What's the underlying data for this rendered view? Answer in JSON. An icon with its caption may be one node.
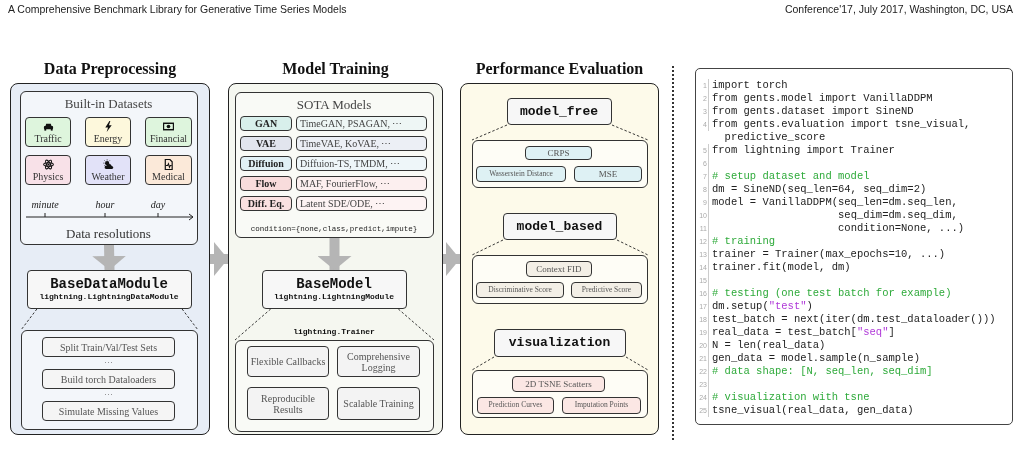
{
  "diagram": {
    "nodes": [
      {
        "text": [
          "Data Preprocessing"
        ]
      },
      {
        "text": [
          "Built-in Datasets",
          "Data resolutions"
        ],
        "in": 0
      },
      {
        "text": [
          "Traffic"
        ],
        "in": 1
      },
      {
        "text": [
          "Energy"
        ],
        "in": 1
      },
      {
        "text": [
          "Financial"
        ],
        "in": 1
      },
      {
        "text": [
          "Physics"
        ],
        "in": 1
      },
      {
        "text": [
          "Weather"
        ],
        "in": 1
      },
      {
        "text": [
          "Medical"
        ],
        "in": 1
      },
      {
        "text": [
          "BaseDataModule",
          "lightning.LightningDataModule"
        ],
        "in": 0
      },
      {
        "text": [],
        "shape": "box",
        "in": 0
      },
      {
        "text": [
          "Split Train/Val/Test Sets"
        ],
        "in": 9
      },
      {
        "text": [
          "Build torch Dataloaders"
        ],
        "in": 9
      },
      {
        "text": [
          "Simulate Missing Values"
        ],
        "in": 9
      },
      {
        "text": [
          "Model Training"
        ]
      },
      {
        "text": [
          "SOTA Models",
          "condition={none,class,predict,impute}"
        ],
        "in": 13
      },
      {
        "text": [
          "GAN"
        ],
        "in": 14
      },
      {
        "text": [
          "TimeGAN, PSAGAN, ⋯"
        ],
        "in": 14
      },
      {
        "text": [
          "VAE"
        ],
        "in": 14
      },
      {
        "text": [
          "TimeVAE, KoVAE, ⋯"
        ],
        "in": 14
      },
      {
        "text": [
          "Diffuion"
        ],
        "in": 14
      },
      {
        "text": [
          "Diffuion-TS, TMDM, ⋯"
        ],
        "in": 14
      },
      {
        "text": [
          "Flow"
        ],
        "in": 14
      },
      {
        "text": [
          "MAF, FourierFlow, ⋯"
        ],
        "in": 14
      },
      {
        "text": [
          "Diff. Eq."
        ],
        "in": 14
      },
      {
        "text": [
          "Latent SDE/ODE, ⋯"
        ],
        "in": 14
      },
      {
        "text": [
          "BaseModel",
          "lightning.LightningModule"
        ],
        "in": 13
      },
      {
        "text": [
          "lightning.Trainer"
        ],
        "in": 13
      },
      {
        "text": [
          "Flexible Callbacks"
        ],
        "in": 26
      },
      {
        "text": [
          "Comprehensive Logging"
        ],
        "in": 26
      },
      {
        "text": [
          "Reproducible Results"
        ],
        "in": 26
      },
      {
        "text": [
          "Scalable Training"
        ],
        "in": 26
      },
      {
        "text": [
          "Performance Evaluation"
        ]
      },
      {
        "text": [
          "model_free"
        ],
        "in": 31
      },
      {
        "text": [],
        "shape": "box",
        "in": 31
      },
      {
        "text": [
          "CRPS"
        ],
        "in": 33
      },
      {
        "text": [
          "Wasserstein Distance"
        ],
        "in": 33
      },
      {
        "text": [
          "MSE"
        ],
        "in": 33
      },
      {
        "text": [
          "model_based"
        ],
        "in": 31
      },
      {
        "text": [],
        "shape": "box",
        "in": 31
      },
      {
        "text": [
          "Context FID"
        ],
        "in": 38
      },
      {
        "text": [
          "Discriminative Score"
        ],
        "in": 38
      },
      {
        "text": [
          "Predictive Score"
        ],
        "in": 38
      },
      {
        "text": [
          "visualization"
        ],
        "in": 31
      },
      {
        "text": [],
        "shape": "box",
        "in": 31
      },
      {
        "text": [
          "2D TSNE Scatters"
        ],
        "in": 43
      },
      {
        "text": [
          "Prediction Curves"
        ],
        "in": 43
      },
      {
        "text": [
          "Imputation Points"
        ],
        "in": 43
      },
      {
        "text": [
          "import torch",
          "from gents.model import VanillaDDPM",
          "from gents.dataset import SineND",
          "from gents.evaluation import tsne_visual, predictive_score",
          "from lightning import Trainer",
          "# setup dataset and model",
          "dm = SineND(seq_len=64, seq_dim=2)",
          "model = VanillaDDPM(seq_len=dm.seq_len,",
          "                    seq_dim=dm.seq_dim,",
          "                    condition=None, ...)",
          "# training",
          "trainer = Trainer(max_epochs=10, ...)",
          "trainer.fit(model, dm)",
          "# testing (one test batch for example)",
          "dm.setup(\"test\")",
          "test_batch = next(iter(dm.test_dataloader()))",
          "real_data = test_batch[\"seq\"]",
          "N = len(real_data)",
          "gen_data = model.sample(n_sample)",
          "# data shape: [N, seq_len, seq_dim]",
          "# visualization with tsne",
          "tsne_visual(real_data, gen_data)"
        ]
      }
    ],
    "edges": [
      {
        "from": 1,
        "to": 8,
        "arrow": "to",
        "style": "thick",
        "color": "#b5b5b5"
      },
      {
        "from": 8,
        "to": 9,
        "arrow": "none",
        "style": "dashed"
      },
      {
        "from": 8,
        "to": 9,
        "arrow": "none",
        "style": "dashed"
      },
      {
        "from": 0,
        "to": 13,
        "arrow": "to",
        "style": "thick",
        "color": "#b5b5b5"
      },
      {
        "from": 14,
        "to": 25,
        "arrow": "to",
        "style": "thick",
        "color": "#b5b5b5"
      },
      {
        "from": 25,
        "to": 26,
        "arrow": "none",
        "style": "dashed"
      },
      {
        "from": 25,
        "to": 26,
        "arrow": "none",
        "style": "dashed"
      },
      {
        "from": 13,
        "to": 31,
        "arrow": "to",
        "style": "thick",
        "color": "#b5b5b5"
      },
      {
        "from": 32,
        "to": 33,
        "arrow": "none",
        "style": "dashed"
      },
      {
        "from": 32,
        "to": 33,
        "arrow": "none",
        "style": "dashed"
      },
      {
        "from": 37,
        "to": 38,
        "arrow": "none",
        "style": "dashed"
      },
      {
        "from": 37,
        "to": 38,
        "arrow": "none",
        "style": "dashed"
      },
      {
        "from": 42,
        "to": 43,
        "arrow": "none",
        "style": "dashed"
      },
      {
        "from": 42,
        "to": 43,
        "arrow": "none",
        "style": "dashed"
      }
    ],
    "labels": [
      "A Comprehensive Benchmark Library for Generative Time Series Models",
      "Conference'17, July 2017, Washington, DC, USA",
      "minute",
      "hour",
      "day",
      "...",
      "...",
      "1",
      "2",
      "3",
      "4",
      "5",
      "6",
      "7",
      "8",
      "9",
      "10",
      "11",
      "12",
      "13",
      "14",
      "15",
      "16",
      "17",
      "18",
      "19",
      "20",
      "21",
      "22",
      "23",
      "24",
      "25"
    ]
  }
}
